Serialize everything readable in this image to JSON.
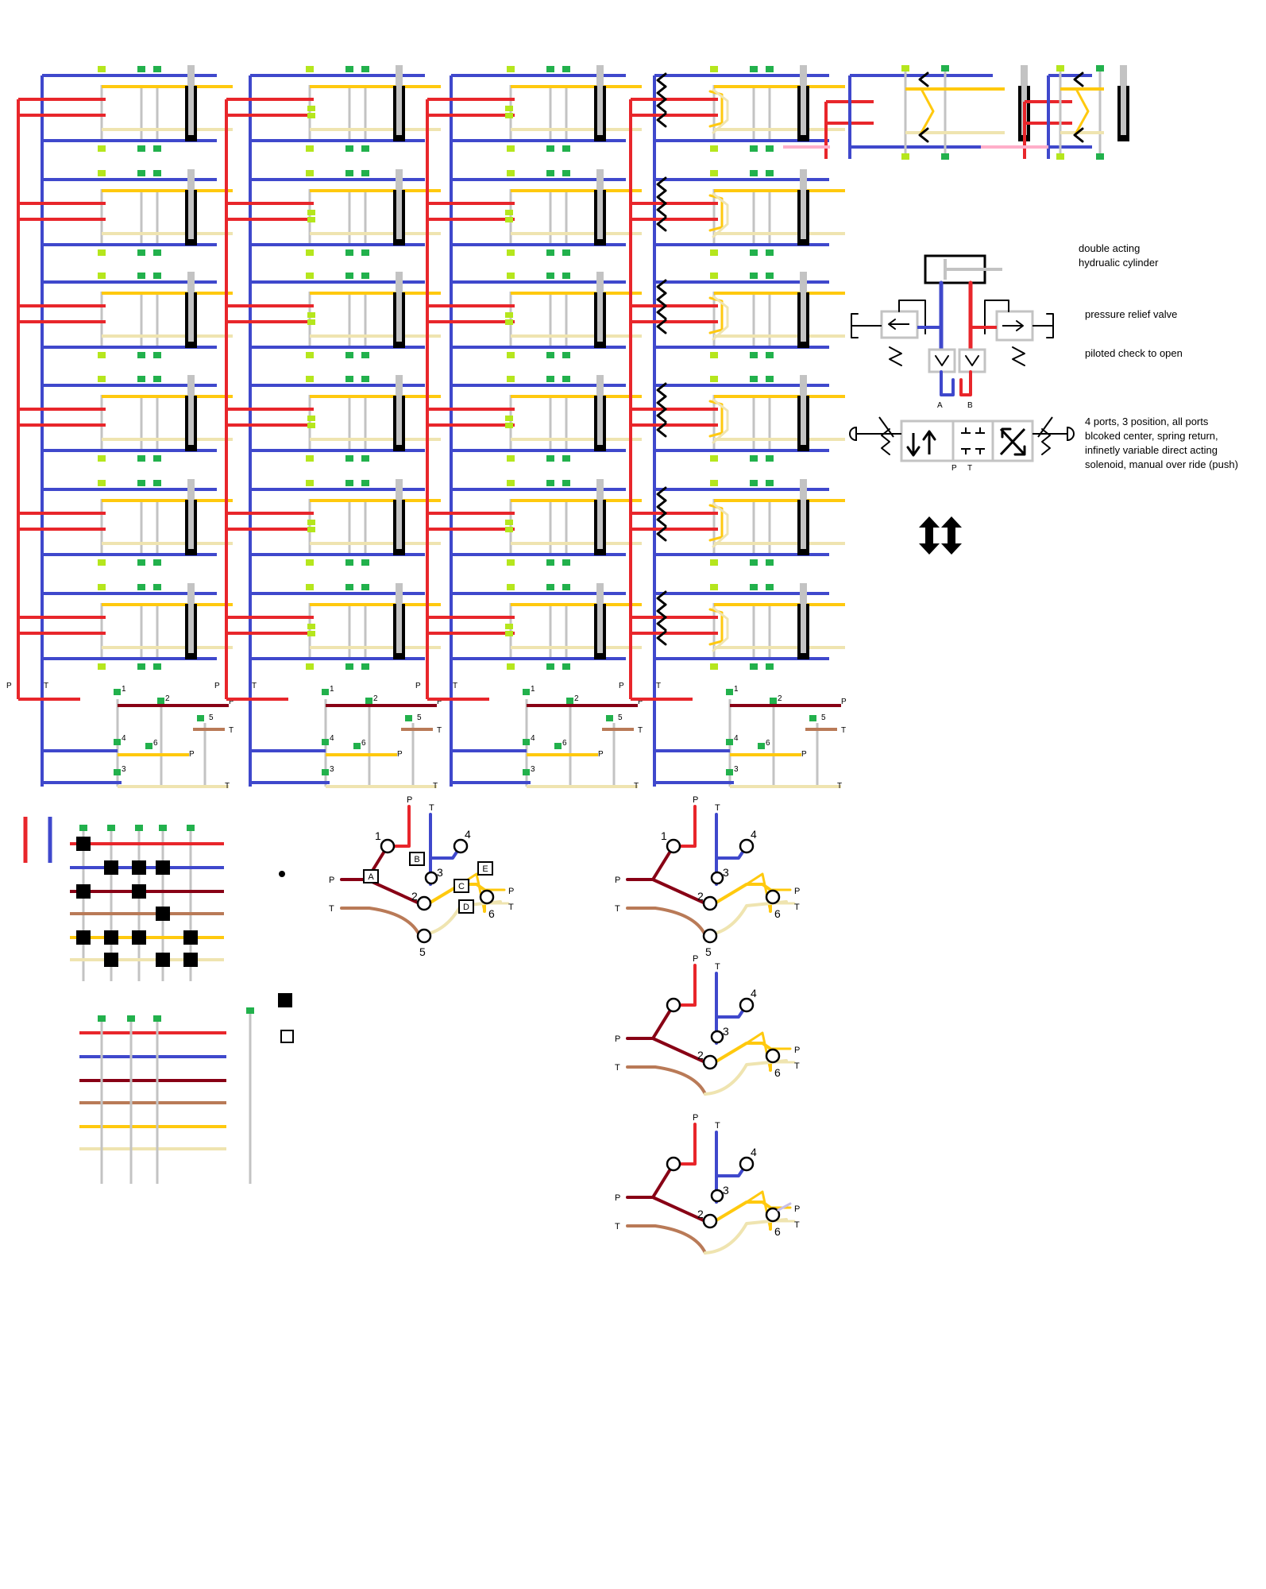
{
  "colors": {
    "pressure_red": "#e8262b",
    "tank_blue": "#3f48cc",
    "dark_red": "#880015",
    "brown": "#b97a57",
    "yellow": "#ffc90e",
    "cream": "#efe4b0",
    "gray": "#c3c3c3",
    "green": "#22b14c",
    "lime": "#b5e61d",
    "pink": "#ffaec9",
    "lavender": "#c8bfe7",
    "black": "#000000"
  },
  "labels": {
    "P": "P",
    "T": "T",
    "A": "A",
    "B": "B",
    "port_numbers": [
      "1",
      "2",
      "3",
      "4",
      "5",
      "6"
    ],
    "box_letters": [
      "A",
      "B",
      "C",
      "D",
      "E"
    ]
  },
  "notes": {
    "cylinder": [
      "double acting",
      "hydrualic cylinder"
    ],
    "relief": "pressure relief valve",
    "check": "piloted check to open",
    "valve": [
      "4 ports, 3 position, all ports",
      "blcoked center, spring return,",
      "infinetly variable direct acting",
      "solenoid, manual over ride (push)"
    ]
  },
  "symbols": {
    "double_arrow_icon": "double-vertical-arrow"
  }
}
